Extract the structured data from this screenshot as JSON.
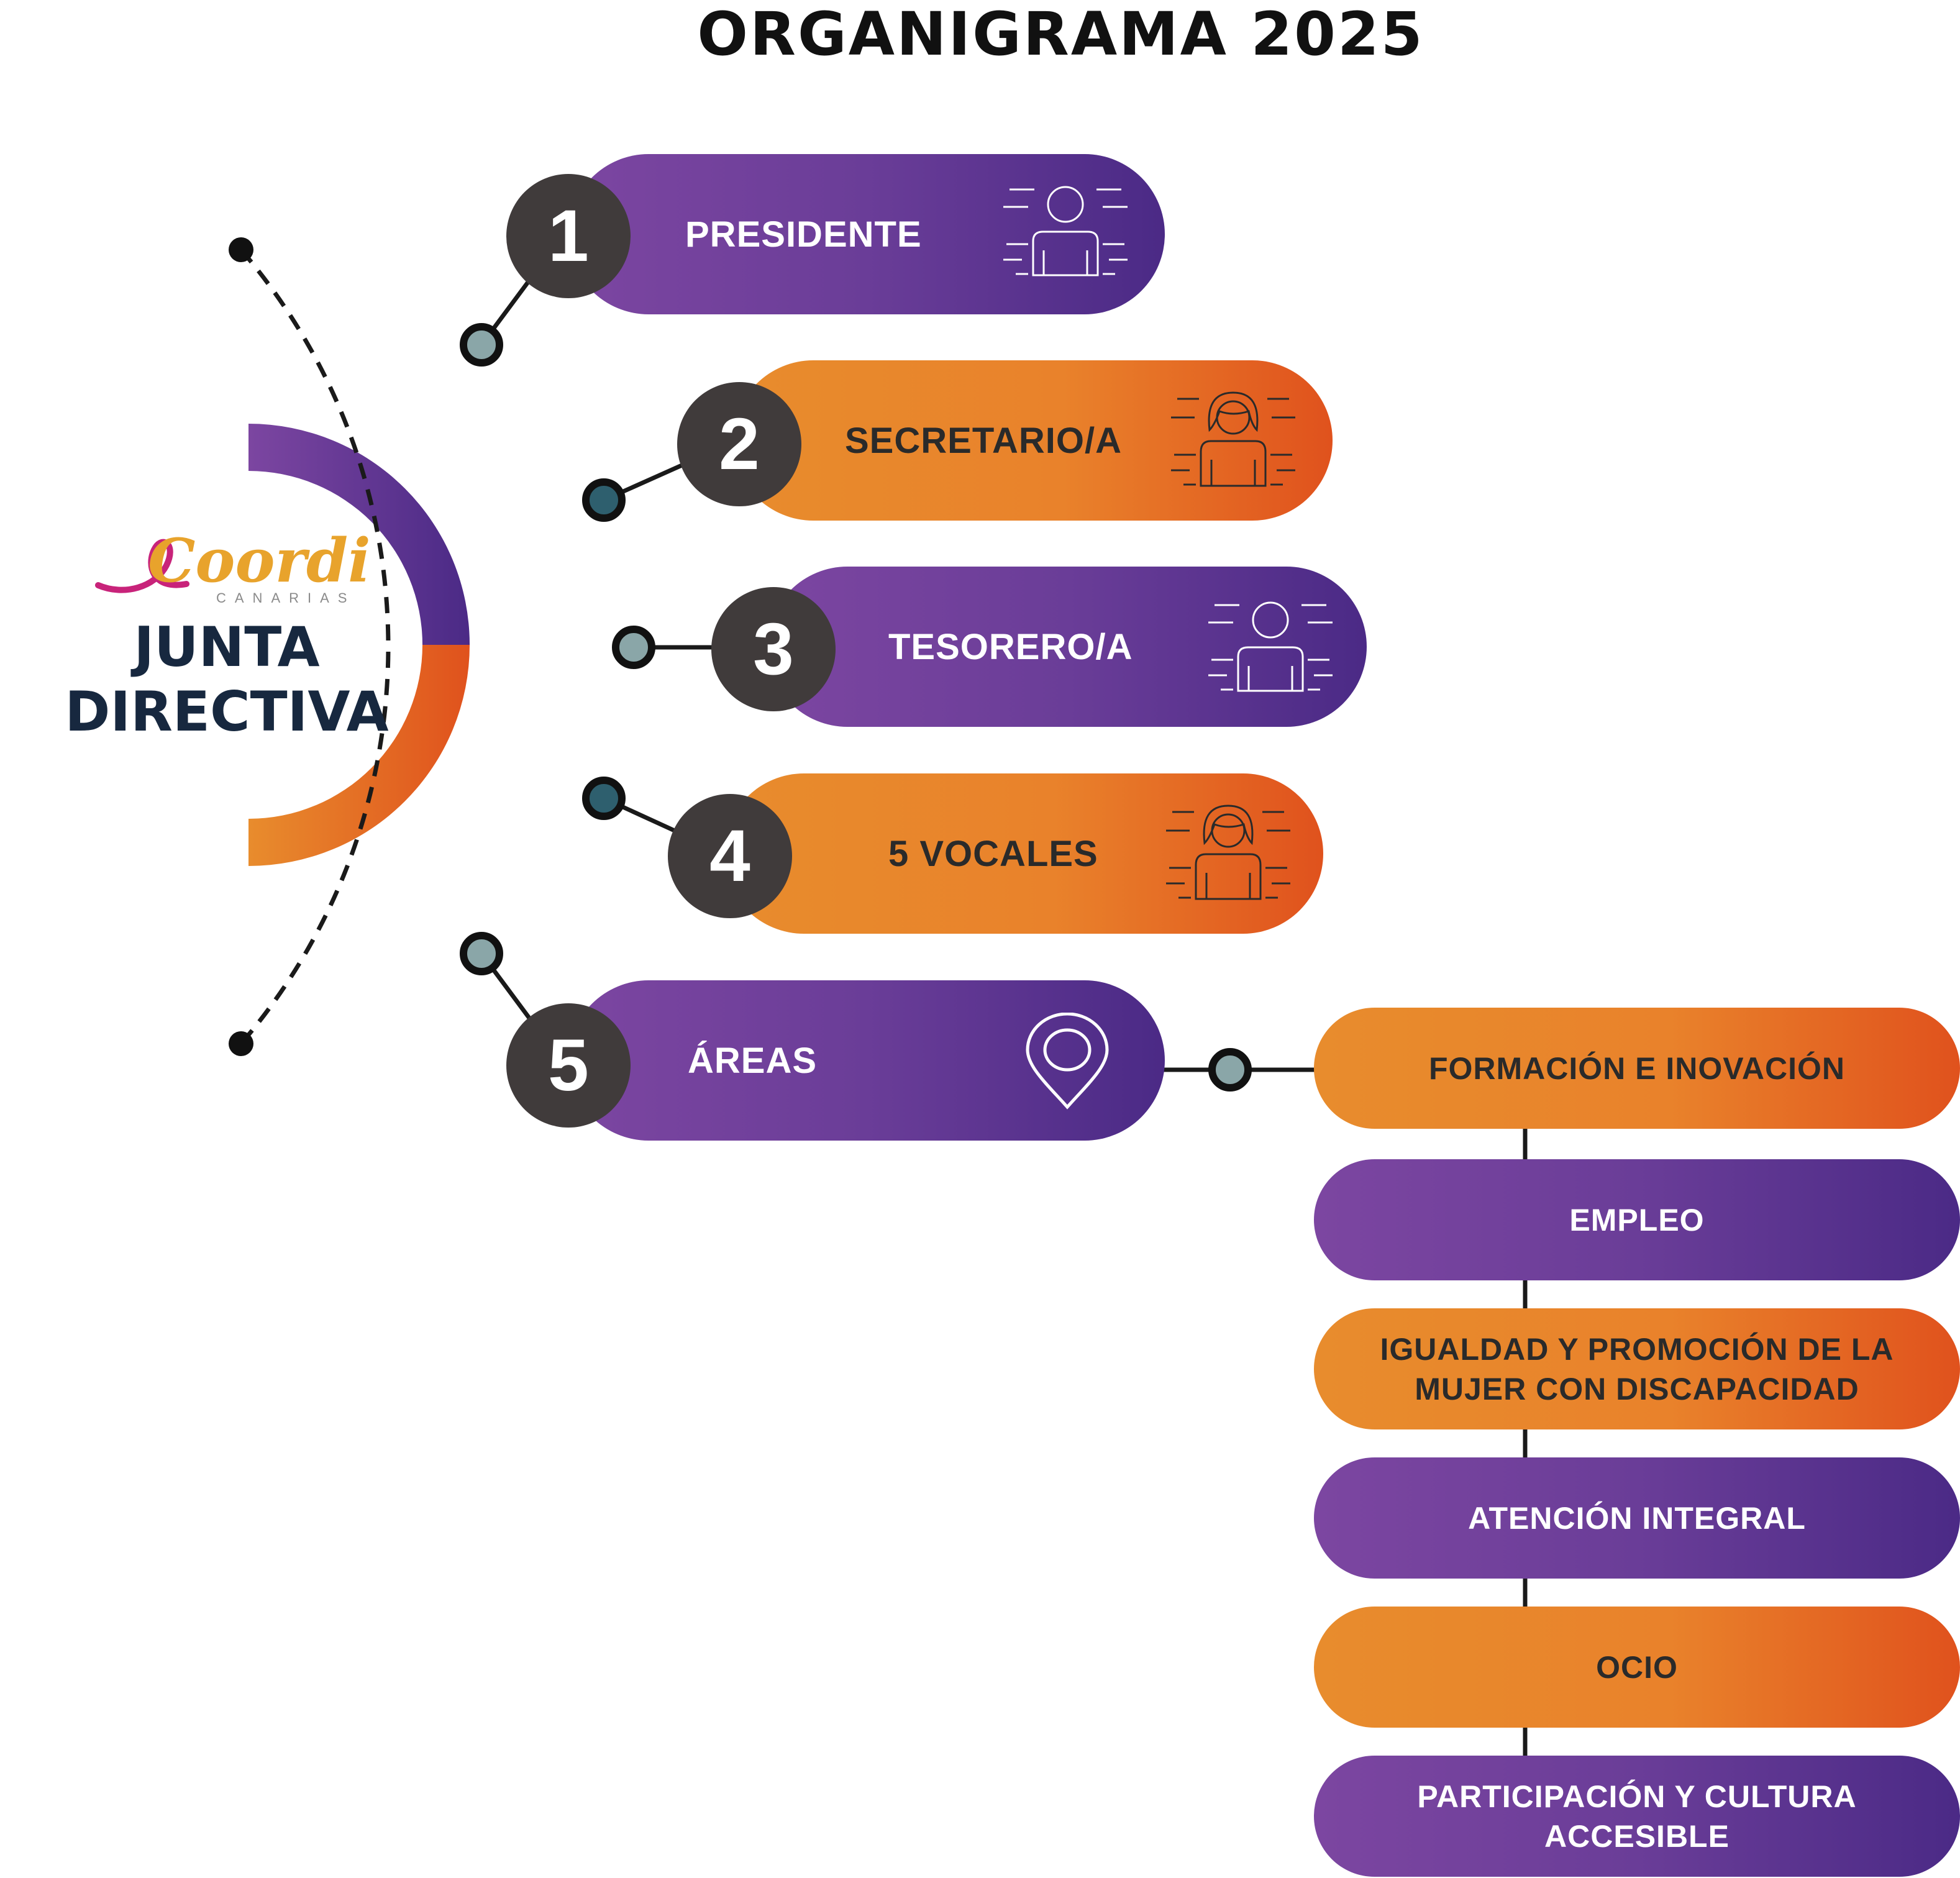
{
  "title": "ORGANIGRAMA 2025",
  "sidebar": {
    "logo": {
      "name": "Coordi",
      "subtitle": "CANARIAS"
    },
    "heading": "JUNTA\nDIRECTIVA"
  },
  "roles": [
    {
      "number": "1",
      "label": "PRESIDENTE",
      "color": "purple",
      "icon": "person-icon"
    },
    {
      "number": "2",
      "label": "SECRETARIO/A",
      "color": "orange",
      "icon": "woman-icon"
    },
    {
      "number": "3",
      "label": "TESORERO/A",
      "color": "purple",
      "icon": "person-icon"
    },
    {
      "number": "4",
      "label": "5 VOCALES",
      "color": "orange",
      "icon": "woman-icon"
    },
    {
      "number": "5",
      "label": "ÁREAS",
      "color": "purple",
      "icon": "location-pin-icon"
    }
  ],
  "areas": [
    {
      "label": "FORMACIÓN E INOVACIÓN",
      "color": "orange"
    },
    {
      "label": "EMPLEO",
      "color": "purple"
    },
    {
      "label": "IGUALDAD Y PROMOCIÓN DE LA\nMUJER CON DISCAPACIDAD",
      "color": "orange"
    },
    {
      "label": "ATENCIÓN INTEGRAL",
      "color": "purple"
    },
    {
      "label": "OCIO",
      "color": "orange"
    },
    {
      "label": "PARTICIPACIÓN Y CULTURA\nACCESIBLE",
      "color": "purple"
    }
  ],
  "colors": {
    "purple": "#6a3d98",
    "orange": "#e8862c",
    "number_circle": "#403b3b",
    "node_light": "#8aa6a8",
    "node_dark": "#2e5f6e",
    "heading": "#17283f"
  }
}
